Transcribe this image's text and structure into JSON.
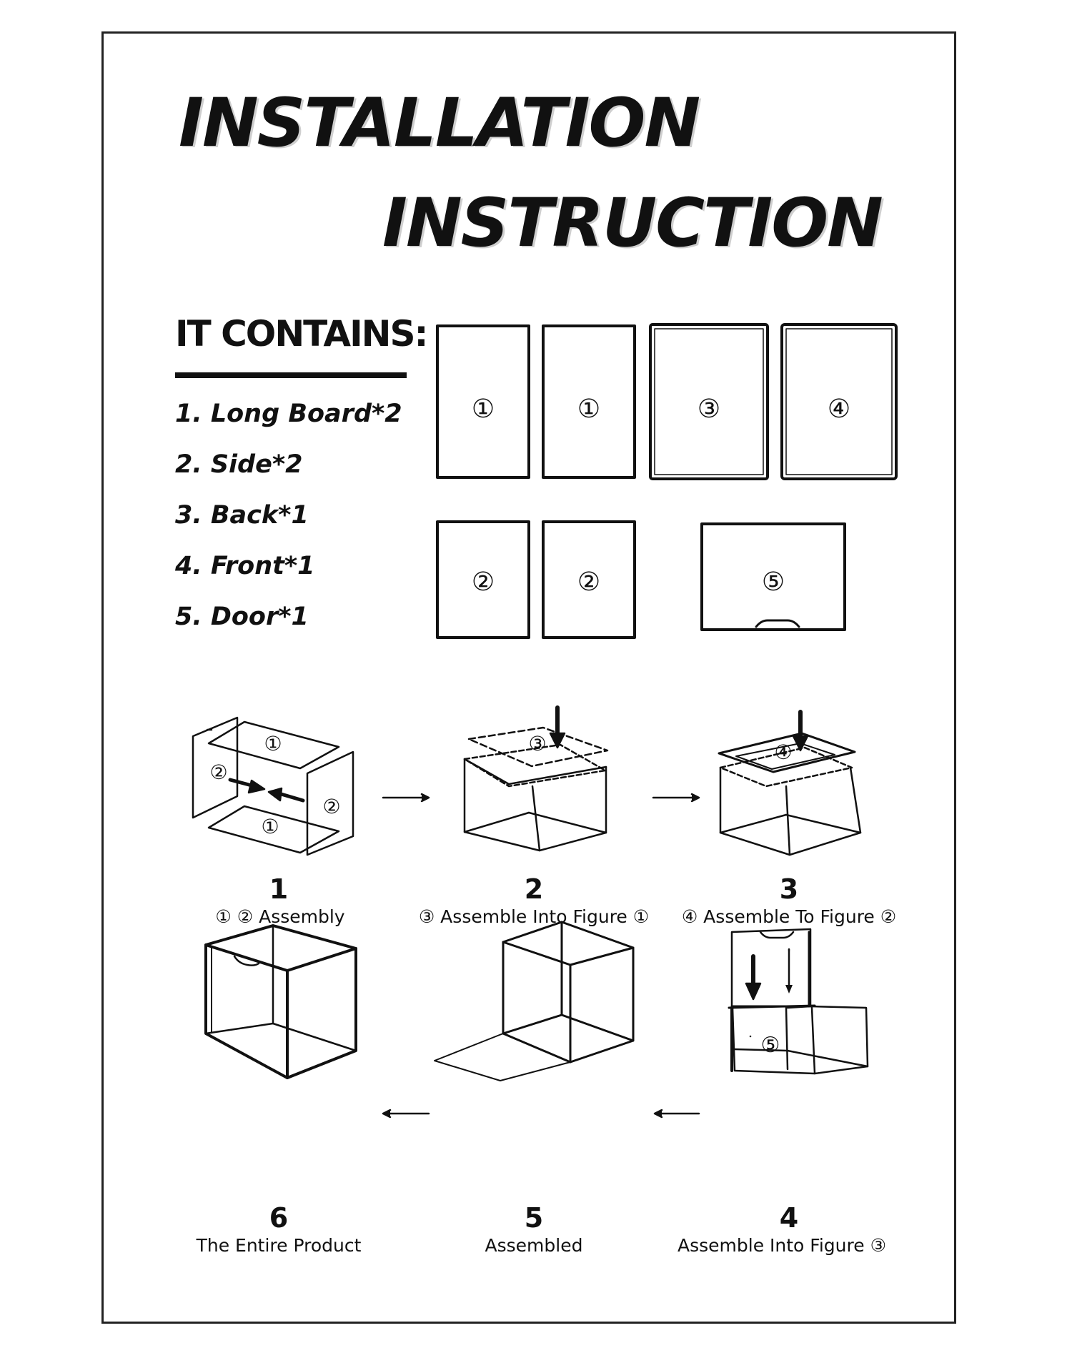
{
  "title": {
    "line1": "INSTALLATION",
    "line2": "INSTRUCTION"
  },
  "contents": {
    "heading": "IT CONTAINS:",
    "items": [
      "1. Long Board*2",
      "2. Side*2",
      "3. Back*1",
      "4. Front*1",
      "5. Door*1"
    ]
  },
  "part_marks": [
    "①",
    "①",
    "③",
    "④",
    "②",
    "②",
    "⑤"
  ],
  "steps": [
    {
      "number": "1",
      "caption": "① ② Assembly"
    },
    {
      "number": "2",
      "caption": "③ Assemble Into Figure ①"
    },
    {
      "number": "3",
      "caption": "④ Assemble To Figure ②"
    },
    {
      "number": "4",
      "caption": "Assemble Into Figure ③"
    },
    {
      "number": "5",
      "caption": "Assembled"
    },
    {
      "number": "6",
      "caption": "The Entire Product"
    }
  ],
  "figure_marks": {
    "step1": [
      "①",
      "②",
      "②",
      "①"
    ],
    "step2": [
      "③"
    ],
    "step3": [
      "④"
    ],
    "step4": [
      "⑤"
    ]
  }
}
